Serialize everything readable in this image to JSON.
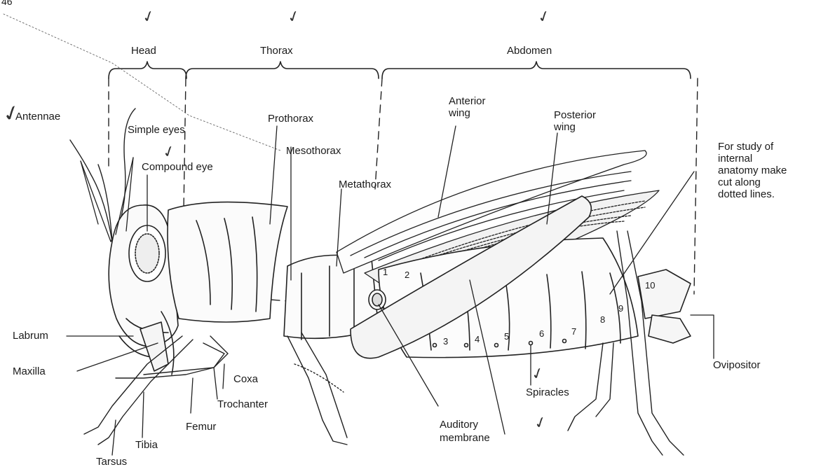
{
  "page_number": "46",
  "regions": {
    "head": "Head",
    "thorax": "Thorax",
    "abdomen": "Abdomen"
  },
  "labels": {
    "antennae": "Antennae",
    "simple_eyes": "Simple eyes",
    "compound_eye": "Compound eye",
    "prothorax": "Prothorax",
    "mesothorax": "Mesothorax",
    "metathorax": "Metathorax",
    "anterior_wing": "Anterior\nwing",
    "posterior_wing": "Posterior\nwing",
    "internal_note": "For study of\ninternal\nanatomy make\ncut along\ndotted lines.",
    "labrum": "Labrum",
    "maxilla": "Maxilla",
    "coxa": "Coxa",
    "trochanter": "Trochanter",
    "femur": "Femur",
    "tibia": "Tibia",
    "tarsus": "Tarsus",
    "auditory_membrane": "Auditory\nmembrane",
    "spiracles": "Spiracles",
    "ovipositor": "Ovipositor"
  },
  "segment_numbers": [
    "1",
    "2",
    "3",
    "4",
    "5",
    "6",
    "7",
    "8",
    "9",
    "10"
  ],
  "check_mark": "✓"
}
